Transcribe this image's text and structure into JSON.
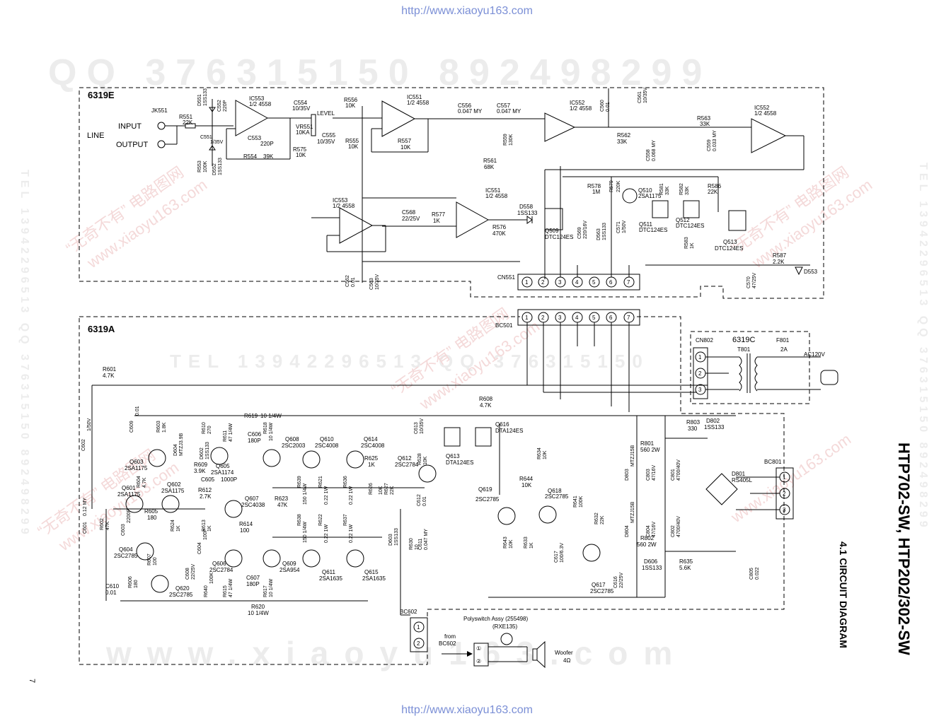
{
  "header_url": "http://www.xiaoyu163.com",
  "footer_url": "http://www.xiaoyu163.com",
  "page_number": "7",
  "title": "HTP702-SW, HTP202/302-SW",
  "subtitle": "4.1 CIRCUIT DIAGRAM",
  "watermarks": {
    "qq_top": "QQ 376315150   892498299",
    "www_bottom": "www.xiaoyu163.com",
    "tel_left": "TEL 13942296513   QQ 376315150  892498299",
    "tel_right": "TEL 13942296513   QQ 376315150  892498299",
    "tel_mid": "TEL 13942296513",
    "qq_mid": "QQ 376315150",
    "site_diag": "www.xiaoyu163.com",
    "brand_diag": "“无奇不有” 电路图网"
  },
  "blocks": {
    "upper": "6319E",
    "lower": "6319A",
    "power": "6319C"
  },
  "upper_labels": {
    "jack": "JK551",
    "line": "LINE",
    "input": "INPUT",
    "output": "OUTPUT",
    "r551": "R551",
    "r551_v": "22K",
    "d551": "D551",
    "d551_v": "1SS133",
    "c552": "C552",
    "c552_v": "220P",
    "c551": "C551",
    "c551_v": "1/35V",
    "r553": "R553",
    "r553_v": "100K",
    "d552": "D552",
    "d552_v": "1SS133",
    "ic553a": "IC553",
    "ic553a_v": "1/2 4558",
    "c553": "C553",
    "c553_v": "220P",
    "r554": "R554",
    "r554_v": "39K",
    "c554": "C554",
    "c554_v": "10/35V",
    "level": "LEVEL",
    "vr551": "VR551",
    "vr551_v": "10KA",
    "c555": "C555",
    "c555_v": "10/35V",
    "r575": "R575",
    "r575_v": "10K",
    "r556": "R556",
    "r556_v": "10K",
    "r555": "R555",
    "r555_v": "10K",
    "ic551a": "IC551",
    "ic551a_v": "1/2 4558",
    "r557": "R557",
    "r557_v": "10K",
    "c556": "C556",
    "c556_v": "0.047 MY",
    "c557": "C557",
    "c557_v": "0.047 MY",
    "r559": "R559",
    "r559_v": "130K",
    "r561": "R561",
    "r561_v": "68K",
    "ic552a": "IC552",
    "ic552a_v": "1/2 4558",
    "c560": "C560",
    "c560_v": "0.01",
    "c561": "C561",
    "c561_v": "10/35V",
    "r562": "R562",
    "r562_v": "33K",
    "c558": "C558",
    "c558_v": "0.068 MY",
    "r563": "R563",
    "r563_v": "33K",
    "c559": "C559",
    "c559_v": "0.033 MY",
    "ic552b": "IC552",
    "ic552b_v": "1/2 4558",
    "ic553b": "IC553",
    "ic553b_v": "1/2 4558",
    "c568": "C568",
    "c568_v": "22/25V",
    "r577": "R577",
    "r577_v": "1K",
    "ic551b": "IC551",
    "ic551b_v": "1/2 4558",
    "r576": "R576",
    "r576_v": "470K",
    "d558": "D558",
    "d558_v": "1SS133",
    "q509": "Q509",
    "q509_v": "DTC124ES",
    "r578": "R578",
    "r578_v": "1M",
    "r579": "R579",
    "r579_v": "220K",
    "q510": "Q510",
    "q510_v": "2SA1175",
    "r581": "R581",
    "r581_v": "33K",
    "r582": "R582",
    "r582_v": "33K",
    "r586": "R586",
    "r586_v": "22K",
    "c569": "C569",
    "c569_v": "220/16V",
    "d563": "D563",
    "d563_v": "1SS133",
    "c571": "C571",
    "c571_v": "1/50V",
    "q511": "Q511",
    "q511_v": "DTC124ES",
    "q512": "Q512",
    "q512_v": "DTC124ES",
    "r583": "R583",
    "r583_v": "1K",
    "q513": "Q513",
    "q513_v": "DTC124ES",
    "r587": "R587",
    "r587_v": "2.2K",
    "d553": "D553",
    "c570": "C570",
    "c570_v": "47/25V",
    "c562": "C562",
    "c562_v": "0.01",
    "c563": "C563",
    "c563_v": "10/35V",
    "cn551": "CN551"
  },
  "connector_pins": [
    "1",
    "2",
    "3",
    "4",
    "5",
    "6",
    "7"
  ],
  "lower_labels": {
    "bc501": "BC501",
    "r601": "R601",
    "r601_v": "4.7K",
    "c602": "C602",
    "c602_v": "1/50V",
    "c609": "C609",
    "c609_v": "0.01",
    "r603": "R603",
    "r603_v": "1.8K",
    "d604": "D604",
    "d604_v": "MTZJ3.9B",
    "r619": "R619",
    "r619_v": "10 1/4W",
    "r610": "R610",
    "r610_v": "270",
    "d602": "D602",
    "d602_v": "1SS133",
    "r611": "R611",
    "r611_v": "47 1/4W",
    "c606": "C606",
    "c606_v": "180P",
    "r618": "R618",
    "r618_v": "10 1/4W",
    "q608": "Q608",
    "q608_v": "2SC2003",
    "q610": "Q610",
    "q610_v": "2SC4008",
    "q614": "Q614",
    "q614_v": "2SC4008",
    "r608": "R608",
    "r608_v": "4.7K",
    "c613": "C613",
    "c613_v": "10/35V",
    "q616": "Q616",
    "q616_v": "DTA124ES",
    "r628": "R628",
    "r628_v": "10K",
    "q613": "Q613",
    "q613_v": "DTA124ES",
    "r634": "R634",
    "r634_v": "10K",
    "q603": "Q603",
    "q603_v": "2SA1175",
    "r609": "R609",
    "r609_v": "3.9K",
    "q605": "Q605",
    "q605_v": "2SA1174",
    "c605": "C605",
    "c605_v": "1000P",
    "r625": "R625",
    "r625_v": "1K",
    "q612": "Q612",
    "q612_v": "2SC2784",
    "r644": "R644",
    "r644_v": "10K",
    "r604": "R604",
    "r604_v": "4.7K",
    "q601": "Q601",
    "q601_v": "2SA1175",
    "q602": "Q602",
    "q602_v": "2SA1175",
    "r612": "R612",
    "r612_v": "2.7K",
    "q607": "Q607",
    "q607_v": "2SC4038",
    "r623": "R623",
    "r623_v": "47K",
    "r639": "R639",
    "r639_v": "150 1/4W",
    "r621": "R621",
    "r621_v": "0.22 1W",
    "r636": "R636",
    "r636_v": "0.22 1W",
    "r626": "R626",
    "r626_v": "10K",
    "r627": "R627",
    "r627_v": "22K",
    "c612": "C612",
    "c612_v": "0.01",
    "q619": "Q619",
    "q619_v": "2SC2785",
    "q618": "Q618",
    "q618_v": "2SC2785",
    "r641": "R641",
    "r641_v": "100K",
    "r632": "R632",
    "r632_v": "22K",
    "c601": "C601",
    "c601_v": "0.12 MY",
    "r602": "R602",
    "r602_v": "47K",
    "r605": "R605",
    "r605_v": "180",
    "c603": "C603",
    "c603_v": "2200P",
    "r624": "R624",
    "r624_v": "1K",
    "r613": "R613",
    "r613_v": "1K",
    "c604": "C604",
    "c604_v": "100P",
    "r614": "R614",
    "r614_v": "100",
    "r638": "R638",
    "r638_v": "150 1/4W",
    "r622": "R622",
    "r622_v": "0.22 1W",
    "r637": "R637",
    "r637_v": "0.22 1W",
    "d603": "D603",
    "d603_v": "1SS133",
    "r630": "R630",
    "r630_v": "10",
    "c611": "C611",
    "c611_v": "0.047 MY",
    "r643": "R643",
    "r643_v": "10K",
    "r633": "R633",
    "r633_v": "1K",
    "c617": "C617",
    "c617_v": "100/6.3V",
    "q604": "Q604",
    "q604_v": "2SC2785",
    "r607": "R607",
    "r607_v": "100",
    "c608": "C608",
    "c608_v": "22/25V",
    "q606": "Q606",
    "q606_v": "2SC2784",
    "q609": "Q609",
    "q609_v": "2SA954",
    "q611": "Q611",
    "q611_v": "2SA1635",
    "q615": "Q615",
    "q615_v": "2SA1635",
    "c610": "C610",
    "c610_v": "0.01",
    "r606": "R606",
    "r606_v": "180",
    "q620": "Q620",
    "q620_v": "2SC2785",
    "r640": "R640",
    "r640_v": "100K",
    "r615": "R615",
    "r615_v": "47 1/4W",
    "c607": "C607",
    "c607_v": "180P",
    "r617": "R617",
    "r617_v": "10 1/4W",
    "r620": "R620",
    "r620_v": "10 1/4W",
    "c616": "C616",
    "c616_v": "22/25V",
    "q617": "Q617",
    "q617_v": "2SC2785",
    "r803": "R803",
    "r803_v": "330",
    "d802": "D802",
    "d802_v": "1SS133",
    "r801": "R801",
    "r801_v": "560 2W",
    "d803": "D803",
    "d803_v": "MTZJ15B",
    "c803": "C803",
    "c803_v": "47/16V",
    "c801": "C801",
    "c801_v": "4700/40V",
    "d801": "D801",
    "d801_v": "RS405L",
    "d804": "D804",
    "d804_v": "MTZJ15B",
    "c804": "C804",
    "c804_v": "47/16V",
    "c802": "C802",
    "c802_v": "4700/40V",
    "r802": "R802",
    "r802_v": "560 2W",
    "d606": "D606",
    "d606_v": "1SS133",
    "r635": "R635",
    "r635_v": "5.6K",
    "c805": "C805",
    "c805_v": "0.022",
    "bc801": "BC801",
    "bc602": "BC602"
  },
  "power_labels": {
    "cn802": "CN802",
    "t801": "T801",
    "f801": "F801",
    "f801_v": "2A",
    "ac": "AC120V"
  },
  "woofer": {
    "assy": "Polyswitch  Assy  (255498)",
    "part": "(RXE135)",
    "from": "from",
    "from_src": "BC602",
    "speaker": "Woofer",
    "impedance": "4Ω",
    "pin1": "①",
    "pin2": "②"
  },
  "bc_pins": [
    "1",
    "2",
    "3"
  ]
}
